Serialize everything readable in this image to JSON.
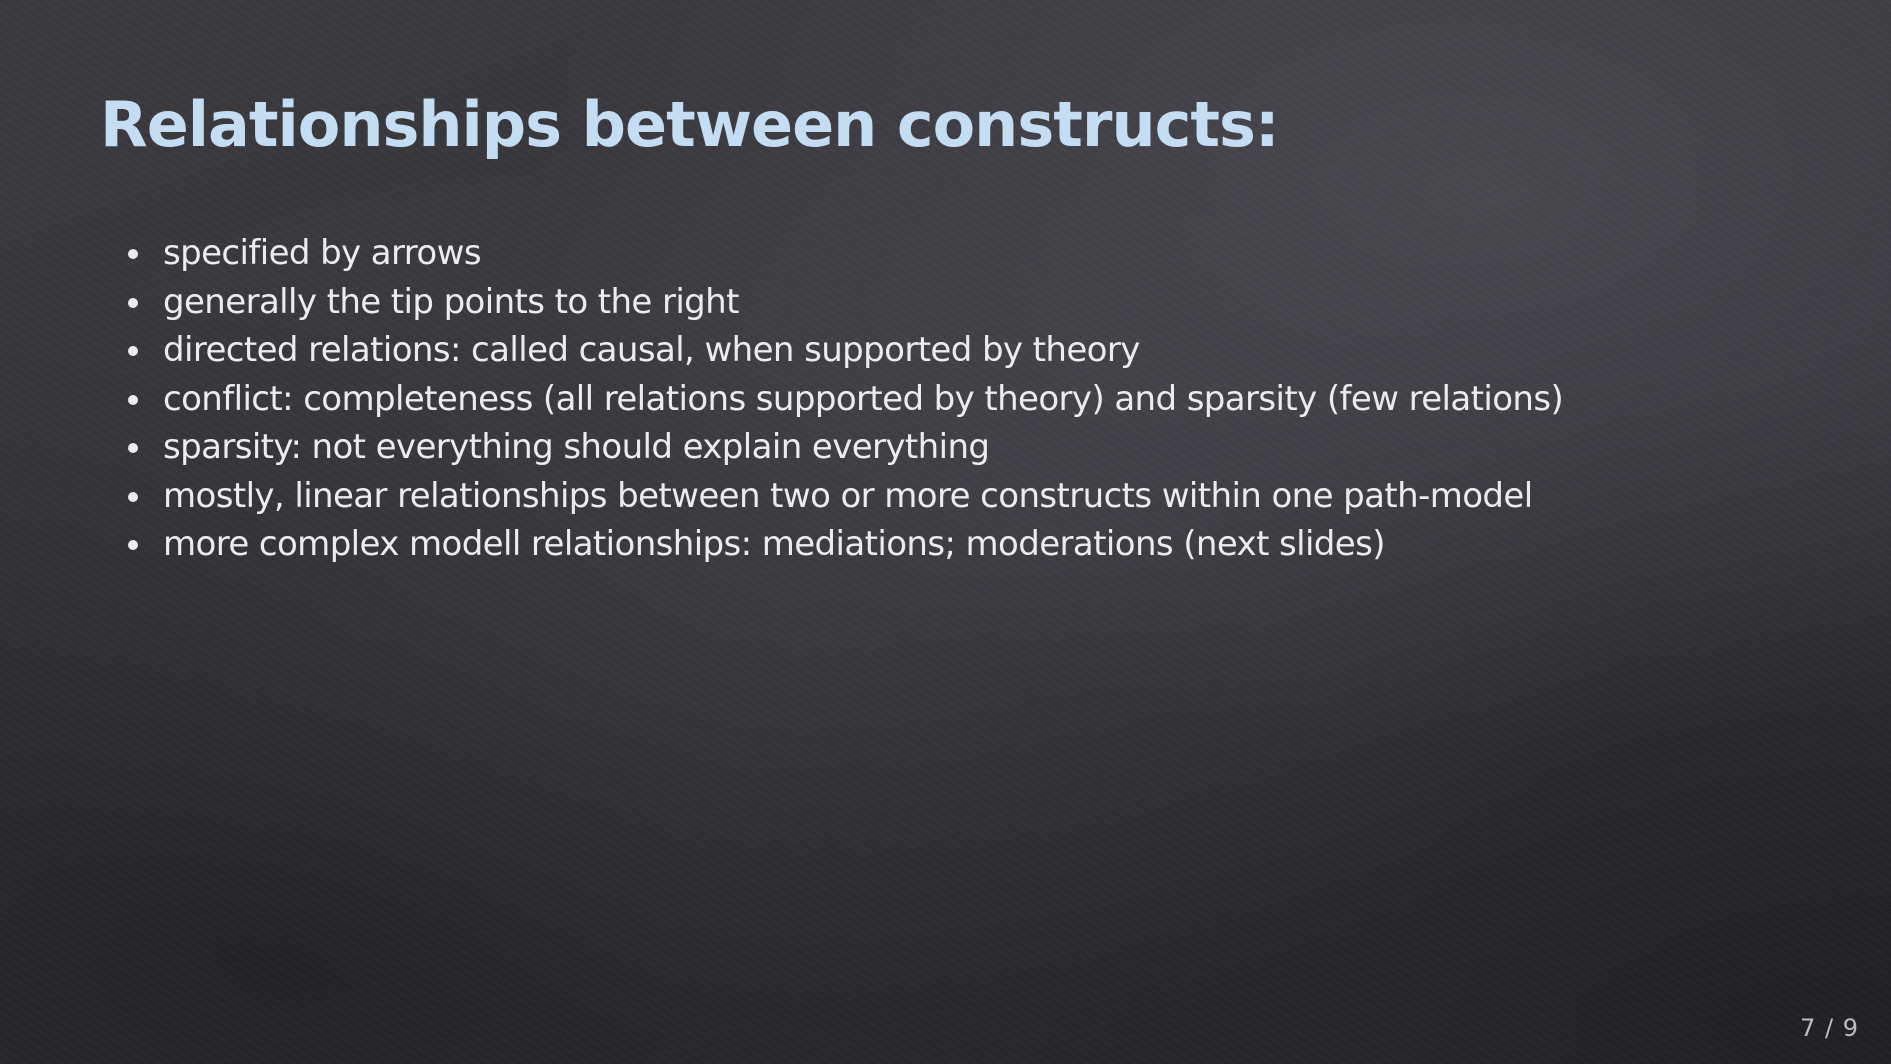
{
  "slide": {
    "title": "Relationships between constructs:",
    "bullets": [
      "specified by arrows",
      "generally the tip points to the right",
      "directed relations: called causal, when supported by theory",
      "conflict: completeness (all relations supported by theory) and sparsity (few relations)",
      "sparsity: not everything should explain everything",
      "mostly, linear relationships between two or more constructs within one path-model",
      "more complex modell relationships: mediations; moderations (next slides)"
    ],
    "page_number": "7 / 9"
  },
  "colors": {
    "title": "#c5ddf2",
    "text": "#ecebef",
    "background": "#36353a"
  }
}
